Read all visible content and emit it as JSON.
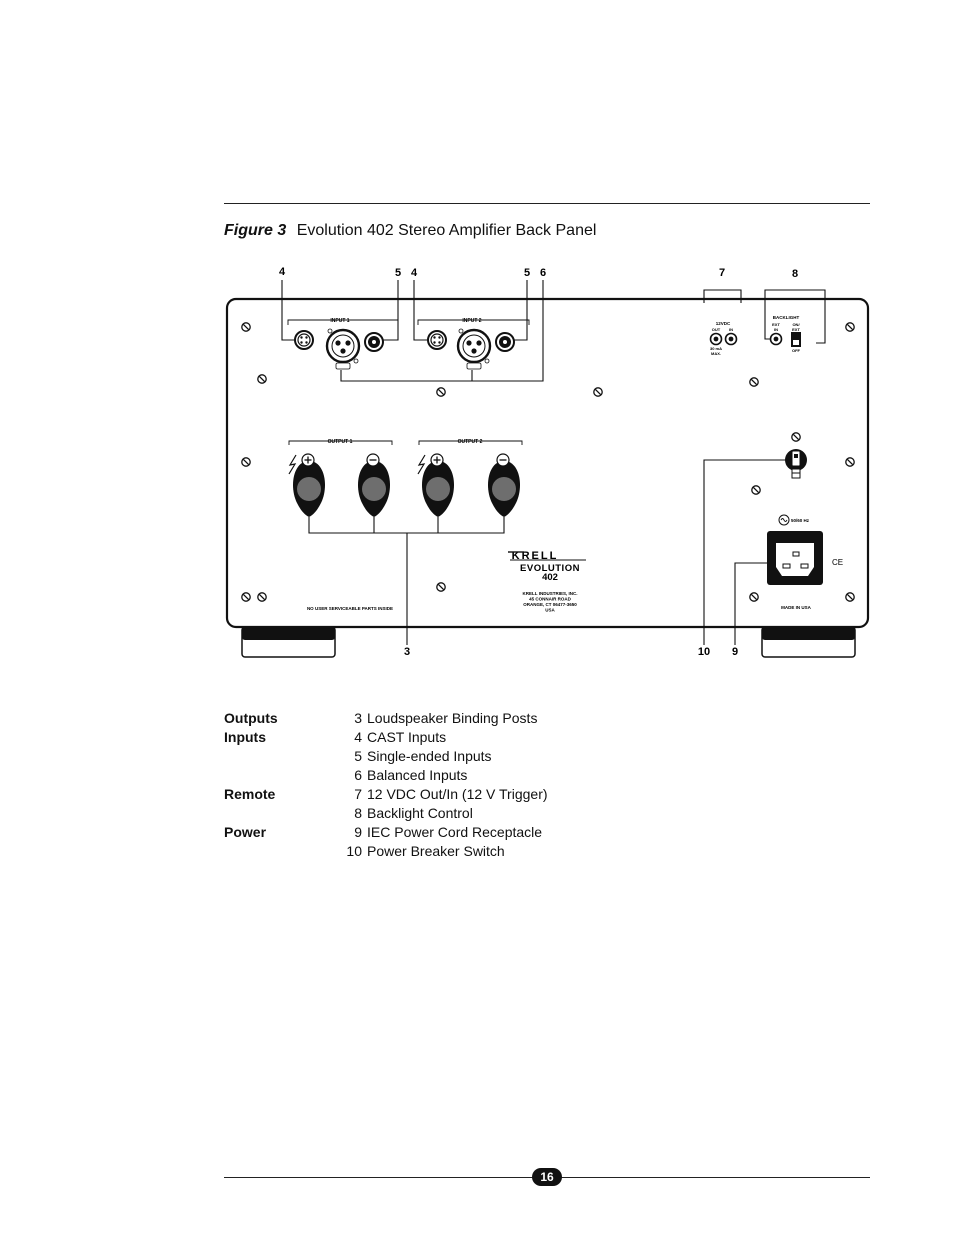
{
  "caption": {
    "figure_label": "Figure 3",
    "title": "Evolution 402 Stereo Amplifier Back Panel"
  },
  "diagram": {
    "callouts": {
      "c4a": "4",
      "c5a": "5",
      "c4b": "4",
      "c5b": "5",
      "c6": "6",
      "c7": "7",
      "c8": "8",
      "c3": "3",
      "c10": "10",
      "c9": "9"
    },
    "panel": {
      "input1": "INPUT 1",
      "input2": "INPUT 2",
      "output1": "OUTPUT 1",
      "output2": "OUTPUT 2",
      "trigger_title": "12VDC",
      "trigger_out": "OUT",
      "trigger_in": "IN",
      "trigger_spec_1": "30 mA",
      "trigger_spec_2": "MAX.",
      "backlight_title": "BACKLIGHT",
      "backlight_ext_1": "EXT",
      "backlight_ext_2": "IN",
      "backlight_on_1": "ON/",
      "backlight_on_2": "EXT",
      "backlight_off": "OFF",
      "brand": "KRELL",
      "model_1": "EVOLUTION",
      "model_2": "402",
      "addr_1": "KRELL INDUSTRIES, INC.",
      "addr_2": "45 CONNAIR ROAD",
      "addr_3": "ORANGE, CT 06477-3650",
      "addr_4": "USA",
      "warning": "NO USER SERVICEABLE PARTS INSIDE",
      "freq": "50/60 Hz",
      "made_in": "MADE IN USA",
      "ce": "CE"
    }
  },
  "legend": [
    {
      "category": "Outputs",
      "number": "3",
      "text": "Loudspeaker Binding Posts"
    },
    {
      "category": "Inputs",
      "number": "4",
      "text": "CAST Inputs"
    },
    {
      "category": "",
      "number": "5",
      "text": "Single-ended Inputs"
    },
    {
      "category": "",
      "number": "6",
      "text": "Balanced Inputs"
    },
    {
      "category": "Remote",
      "number": "7",
      "text": "12 VDC Out/In (12 V Trigger)"
    },
    {
      "category": "",
      "number": "8",
      "text": "Backlight Control"
    },
    {
      "category": "Power",
      "number": "9",
      "text": "IEC Power Cord Receptacle"
    },
    {
      "category": "",
      "number": "10",
      "text": "Power Breaker Switch"
    }
  ],
  "page_number": "16"
}
